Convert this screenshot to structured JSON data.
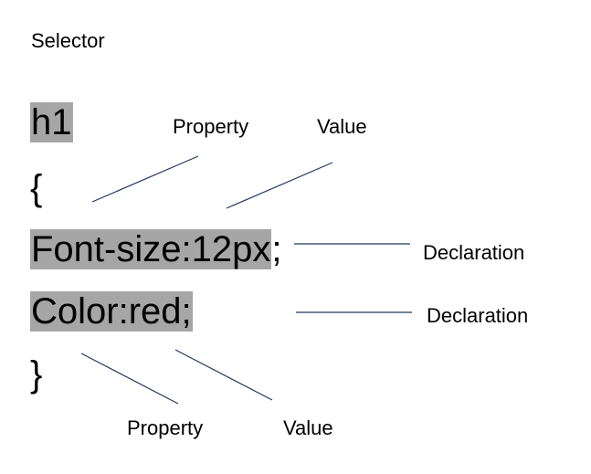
{
  "selector_label": "Selector",
  "code": {
    "selector": "h1",
    "open_brace": "{",
    "declaration_1": "Font-size:12px",
    "declaration_1_semicolon": ";",
    "declaration_2": "Color:red;",
    "close_brace": "}"
  },
  "annotations": {
    "top_property": "Property",
    "top_value": "Value",
    "declaration_1_label": "Declaration",
    "declaration_2_label": "Declaration",
    "bottom_property": "Property",
    "bottom_value": "Value"
  },
  "colors": {
    "highlight": "#a6a6a6",
    "connector": "#1f3a5f",
    "text": "#000000"
  }
}
